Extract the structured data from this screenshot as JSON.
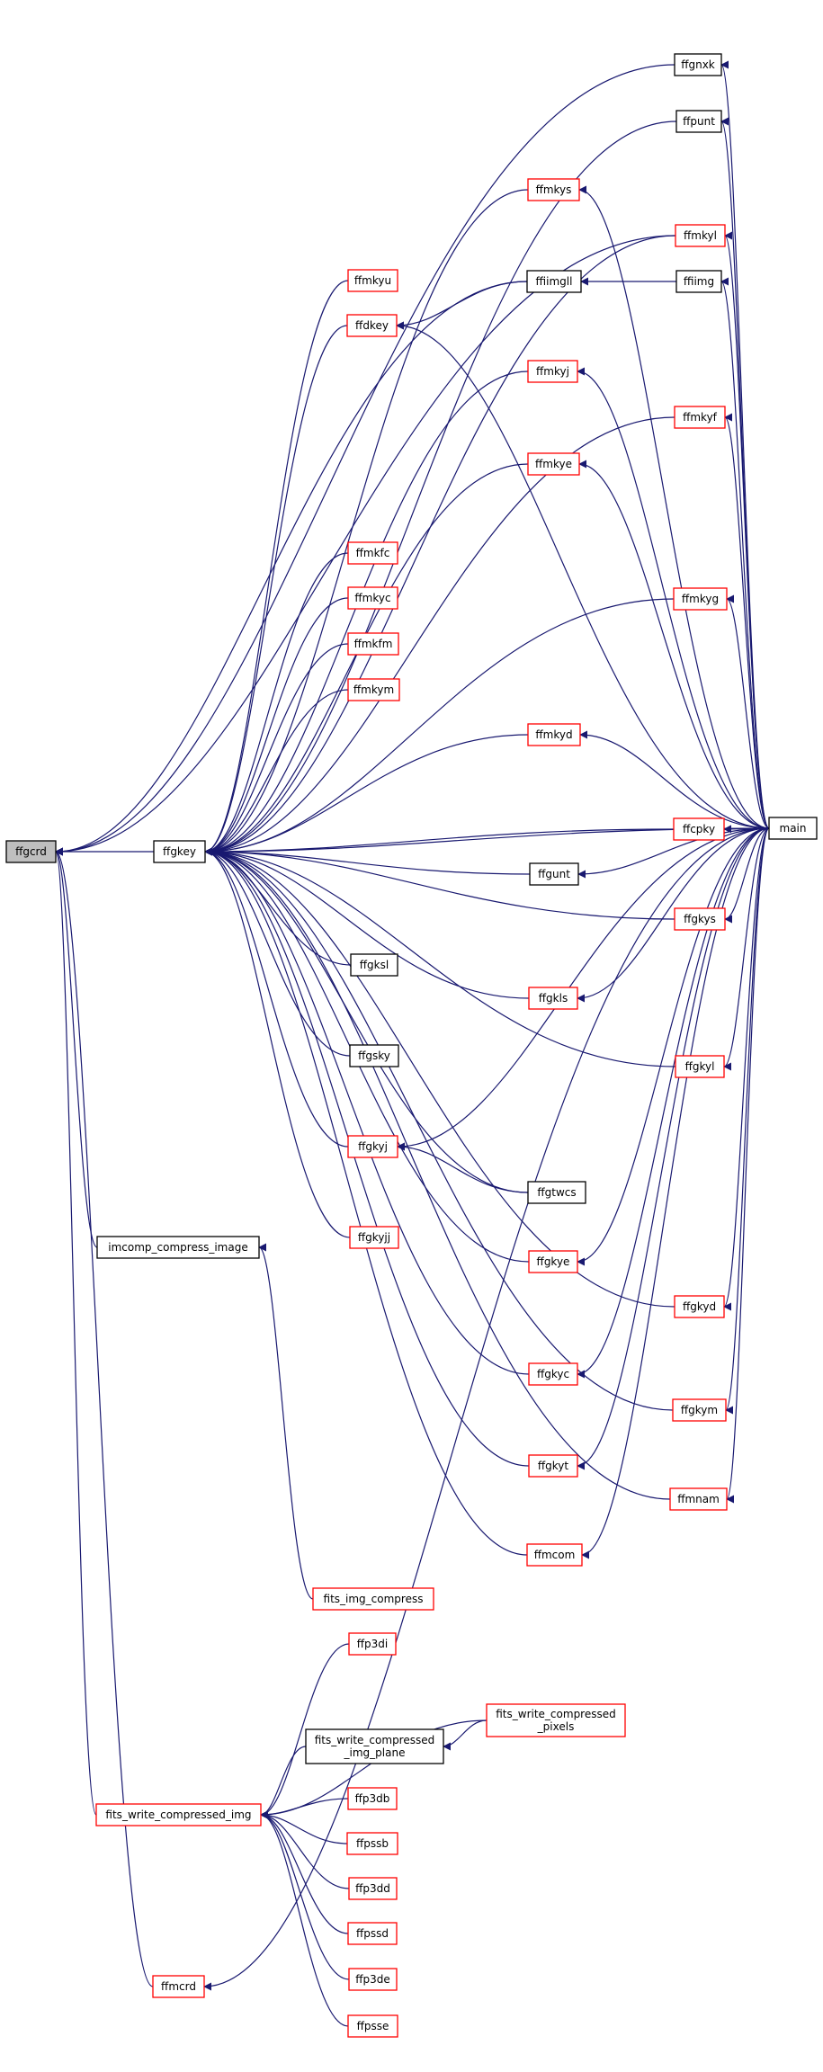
{
  "nodes": [
    {
      "id": "ffgcrd",
      "label": "ffgcrd",
      "style": "current"
    },
    {
      "id": "ffgkey",
      "label": "ffgkey",
      "style": "black"
    },
    {
      "id": "ffgnxk",
      "label": "ffgnxk",
      "style": "black"
    },
    {
      "id": "ffpunt",
      "label": "ffpunt",
      "style": "black"
    },
    {
      "id": "ffmkys",
      "label": "ffmkys",
      "style": "red"
    },
    {
      "id": "ffmkyl",
      "label": "ffmkyl",
      "style": "red"
    },
    {
      "id": "ffmkyu",
      "label": "ffmkyu",
      "style": "red"
    },
    {
      "id": "ffiimgll",
      "label": "ffiimgll",
      "style": "black"
    },
    {
      "id": "ffiimg",
      "label": "ffiimg",
      "style": "black"
    },
    {
      "id": "ffdkey",
      "label": "ffdkey",
      "style": "red"
    },
    {
      "id": "ffmkyj",
      "label": "ffmkyj",
      "style": "red"
    },
    {
      "id": "ffmkyf",
      "label": "ffmkyf",
      "style": "red"
    },
    {
      "id": "ffmkye",
      "label": "ffmkye",
      "style": "red"
    },
    {
      "id": "ffmkfc",
      "label": "ffmkfc",
      "style": "red"
    },
    {
      "id": "ffmkyg",
      "label": "ffmkyg",
      "style": "red"
    },
    {
      "id": "ffmkyc",
      "label": "ffmkyc",
      "style": "red"
    },
    {
      "id": "ffmkfm",
      "label": "ffmkfm",
      "style": "red"
    },
    {
      "id": "ffmkym",
      "label": "ffmkym",
      "style": "red"
    },
    {
      "id": "ffmkyd",
      "label": "ffmkyd",
      "style": "red"
    },
    {
      "id": "main",
      "label": "main",
      "style": "black"
    },
    {
      "id": "ffcpky",
      "label": "ffcpky",
      "style": "red"
    },
    {
      "id": "ffgunt",
      "label": "ffgunt",
      "style": "black"
    },
    {
      "id": "ffgkys",
      "label": "ffgkys",
      "style": "red"
    },
    {
      "id": "ffgksl",
      "label": "ffgksl",
      "style": "black"
    },
    {
      "id": "ffgkls",
      "label": "ffgkls",
      "style": "red"
    },
    {
      "id": "ffgsky",
      "label": "ffgsky",
      "style": "black"
    },
    {
      "id": "ffgkyl",
      "label": "ffgkyl",
      "style": "red"
    },
    {
      "id": "ffgkyj",
      "label": "ffgkyj",
      "style": "red"
    },
    {
      "id": "ffgtwcs",
      "label": "ffgtwcs",
      "style": "black"
    },
    {
      "id": "imcomp",
      "label": "imcomp_compress_image",
      "style": "black"
    },
    {
      "id": "ffgkyjj",
      "label": "ffgkyjj",
      "style": "red"
    },
    {
      "id": "ffgkye",
      "label": "ffgkye",
      "style": "red"
    },
    {
      "id": "ffgkyd",
      "label": "ffgkyd",
      "style": "red"
    },
    {
      "id": "ffgkyc",
      "label": "ffgkyc",
      "style": "red"
    },
    {
      "id": "ffgkym",
      "label": "ffgkym",
      "style": "red"
    },
    {
      "id": "ffgkyt",
      "label": "ffgkyt",
      "style": "red"
    },
    {
      "id": "ffmnam",
      "label": "ffmnam",
      "style": "red"
    },
    {
      "id": "ffmcom",
      "label": "ffmcom",
      "style": "red"
    },
    {
      "id": "fitsimg",
      "label": "fits_img_compress",
      "style": "red"
    },
    {
      "id": "ffp3di",
      "label": "ffp3di",
      "style": "red"
    },
    {
      "id": "fwcpix",
      "label": "fits_write_compressed\n_pixels",
      "style": "red"
    },
    {
      "id": "fwcplane",
      "label": "fits_write_compressed\n_img_plane",
      "style": "black"
    },
    {
      "id": "ffp3db",
      "label": "ffp3db",
      "style": "red"
    },
    {
      "id": "fwcimg",
      "label": "fits_write_compressed_img",
      "style": "red"
    },
    {
      "id": "ffpssb",
      "label": "ffpssb",
      "style": "red"
    },
    {
      "id": "ffp3dd",
      "label": "ffp3dd",
      "style": "red"
    },
    {
      "id": "ffpssd",
      "label": "ffpssd",
      "style": "red"
    },
    {
      "id": "ffp3de",
      "label": "ffp3de",
      "style": "red"
    },
    {
      "id": "ffmcrd",
      "label": "ffmcrd",
      "style": "red"
    },
    {
      "id": "ffpsse",
      "label": "ffpsse",
      "style": "red"
    }
  ],
  "edges": [
    {
      "from": "ffgkey",
      "to": "ffgcrd"
    },
    {
      "from": "ffgnxk",
      "to": "ffgcrd"
    },
    {
      "from": "ffmkyl",
      "to": "ffgcrd"
    },
    {
      "from": "ffiimgll",
      "to": "ffgcrd"
    },
    {
      "from": "imcomp",
      "to": "ffgcrd"
    },
    {
      "from": "fwcimg",
      "to": "ffgcrd"
    },
    {
      "from": "ffmcrd",
      "to": "ffgcrd"
    },
    {
      "from": "ffpunt",
      "to": "ffgkey"
    },
    {
      "from": "ffmkys",
      "to": "ffgkey"
    },
    {
      "from": "ffmkyl",
      "to": "ffgkey"
    },
    {
      "from": "ffmkyu",
      "to": "ffgkey"
    },
    {
      "from": "ffdkey",
      "to": "ffgkey"
    },
    {
      "from": "ffmkyj",
      "to": "ffgkey"
    },
    {
      "from": "ffmkyf",
      "to": "ffgkey"
    },
    {
      "from": "ffmkye",
      "to": "ffgkey"
    },
    {
      "from": "ffmkfc",
      "to": "ffgkey"
    },
    {
      "from": "ffmkyg",
      "to": "ffgkey"
    },
    {
      "from": "ffmkyc",
      "to": "ffgkey"
    },
    {
      "from": "ffmkfm",
      "to": "ffgkey"
    },
    {
      "from": "ffmkym",
      "to": "ffgkey"
    },
    {
      "from": "ffmkyd",
      "to": "ffgkey"
    },
    {
      "from": "main",
      "to": "ffgkey"
    },
    {
      "from": "ffcpky",
      "to": "ffgkey"
    },
    {
      "from": "ffgunt",
      "to": "ffgkey"
    },
    {
      "from": "ffgkys",
      "to": "ffgkey"
    },
    {
      "from": "ffgksl",
      "to": "ffgkey"
    },
    {
      "from": "ffgkls",
      "to": "ffgkey"
    },
    {
      "from": "ffgsky",
      "to": "ffgkey"
    },
    {
      "from": "ffgkyl",
      "to": "ffgkey"
    },
    {
      "from": "ffgkyj",
      "to": "ffgkey"
    },
    {
      "from": "ffgtwcs",
      "to": "ffgkey"
    },
    {
      "from": "ffgkyjj",
      "to": "ffgkey"
    },
    {
      "from": "ffgkye",
      "to": "ffgkey"
    },
    {
      "from": "ffgkyd",
      "to": "ffgkey"
    },
    {
      "from": "ffgkyc",
      "to": "ffgkey"
    },
    {
      "from": "ffgkym",
      "to": "ffgkey"
    },
    {
      "from": "ffgkyt",
      "to": "ffgkey"
    },
    {
      "from": "ffmnam",
      "to": "ffgkey"
    },
    {
      "from": "ffmcom",
      "to": "ffgkey"
    },
    {
      "from": "main",
      "to": "ffgnxk"
    },
    {
      "from": "main",
      "to": "ffpunt"
    },
    {
      "from": "main",
      "to": "ffmkys"
    },
    {
      "from": "main",
      "to": "ffmkyl"
    },
    {
      "from": "ffiimg",
      "to": "ffiimgll"
    },
    {
      "from": "main",
      "to": "ffiimg"
    },
    {
      "from": "ffiimgll",
      "to": "ffdkey"
    },
    {
      "from": "main",
      "to": "ffdkey"
    },
    {
      "from": "main",
      "to": "ffmkyj"
    },
    {
      "from": "main",
      "to": "ffmkyf"
    },
    {
      "from": "main",
      "to": "ffmkye"
    },
    {
      "from": "main",
      "to": "ffmkyg"
    },
    {
      "from": "main",
      "to": "ffmkyd"
    },
    {
      "from": "main",
      "to": "ffcpky"
    },
    {
      "from": "main",
      "to": "ffgunt"
    },
    {
      "from": "main",
      "to": "ffgkys"
    },
    {
      "from": "main",
      "to": "ffgkls"
    },
    {
      "from": "main",
      "to": "ffgkyl"
    },
    {
      "from": "main",
      "to": "ffgkyj"
    },
    {
      "from": "ffgtwcs",
      "to": "ffgkyj"
    },
    {
      "from": "main",
      "to": "ffgkye"
    },
    {
      "from": "main",
      "to": "ffgkyd"
    },
    {
      "from": "main",
      "to": "ffgkyc"
    },
    {
      "from": "main",
      "to": "ffgkym"
    },
    {
      "from": "main",
      "to": "ffgkyt"
    },
    {
      "from": "main",
      "to": "ffmnam"
    },
    {
      "from": "main",
      "to": "ffmcom"
    },
    {
      "from": "fitsimg",
      "to": "imcomp"
    },
    {
      "from": "fwcpix",
      "to": "fwcplane"
    },
    {
      "from": "ffp3di",
      "to": "fwcimg"
    },
    {
      "from": "fwcpix",
      "to": "fwcimg"
    },
    {
      "from": "fwcplane",
      "to": "fwcimg"
    },
    {
      "from": "ffp3db",
      "to": "fwcimg"
    },
    {
      "from": "ffpssb",
      "to": "fwcimg"
    },
    {
      "from": "ffp3dd",
      "to": "fwcimg"
    },
    {
      "from": "ffpssd",
      "to": "fwcimg"
    },
    {
      "from": "ffp3de",
      "to": "fwcimg"
    },
    {
      "from": "ffpsse",
      "to": "fwcimg"
    },
    {
      "from": "main",
      "to": "ffmcrd"
    }
  ]
}
